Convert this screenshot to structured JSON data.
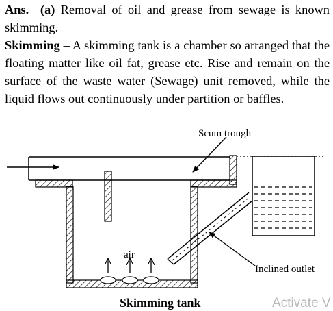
{
  "answer": {
    "prefix": "Ans.",
    "part": "(a)",
    "text": " Removal of oil and grease from sewage is known skimming."
  },
  "definition": {
    "term": "Skimming",
    "text": " – A skimming tank is a chamber so arranged that the floating matter like oil fat, grease etc. Rise and remain on the surface of the waste water (Sewage) unit removed, while the liquid flows out continuously under partition or baffles."
  },
  "diagram": {
    "labels": {
      "scum_trough": "Scum trough",
      "air": "air",
      "inclined_outlet": "Inclined outlet"
    },
    "caption": "Skimming tank"
  },
  "watermark": "Activate V"
}
